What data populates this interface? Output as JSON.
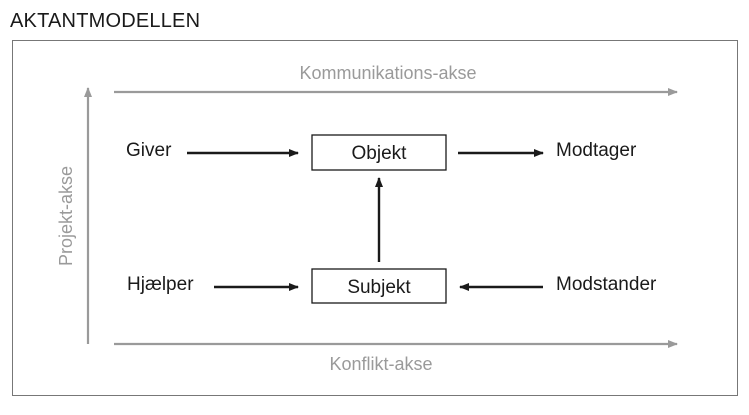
{
  "title": "AKTANTMODELLEN",
  "axes": {
    "communication": "Kommunikations-akse",
    "conflict": "Konflikt-akse",
    "project": "Projekt-akse"
  },
  "actants": {
    "giver": "Giver",
    "object": "Objekt",
    "receiver": "Modtager",
    "helper": "Hjælper",
    "subject": "Subjekt",
    "opponent": "Modstander"
  },
  "colors": {
    "axis": "#9a9a9a",
    "arrow": "#1a1a1a",
    "frame": "#777777"
  }
}
